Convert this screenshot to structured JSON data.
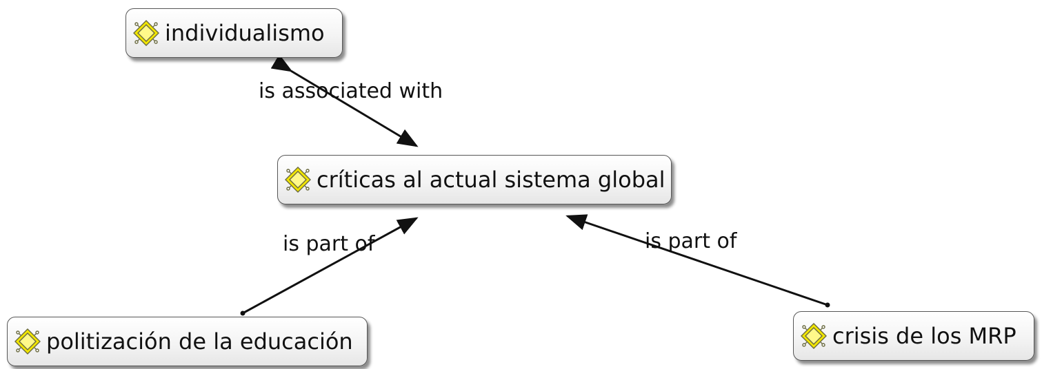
{
  "concepts": {
    "individualismo": "individualismo",
    "criticas": "críticas al actual sistema global",
    "politizacion": "politización de la educación",
    "crisis": "crisis de los MRP"
  },
  "links": {
    "associated": "is associated with",
    "part_of_left": "is part of",
    "part_of_right": "is part of"
  },
  "colors": {
    "icon_fill": "#f2e600",
    "icon_outline": "#6a6a40",
    "node_border": "#555555",
    "line": "#111111"
  },
  "icons": {
    "concept": "concept-icon"
  }
}
